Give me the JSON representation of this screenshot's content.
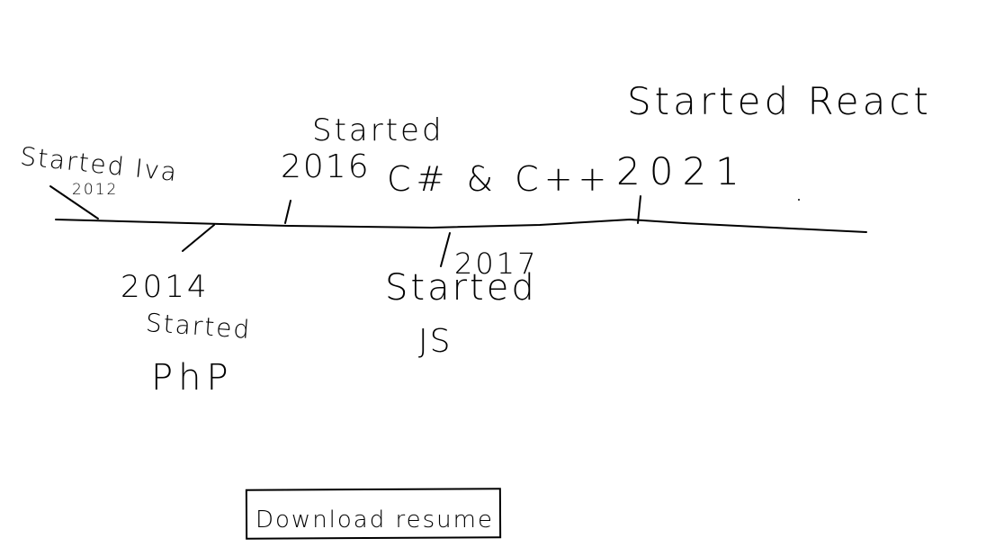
{
  "timeline": {
    "events": [
      {
        "id": "java",
        "label": "Started Iva",
        "year": "2012"
      },
      {
        "id": "php",
        "label": "Started",
        "year": "2014",
        "lang": "PhP"
      },
      {
        "id": "csharp",
        "label": "Started",
        "year": "2016",
        "lang": "C# & C++"
      },
      {
        "id": "js",
        "label": "Started",
        "year": "2017",
        "lang": "JS"
      },
      {
        "id": "react",
        "label": "Started React",
        "year": "2021"
      }
    ]
  },
  "download": {
    "label": "Download resume"
  }
}
